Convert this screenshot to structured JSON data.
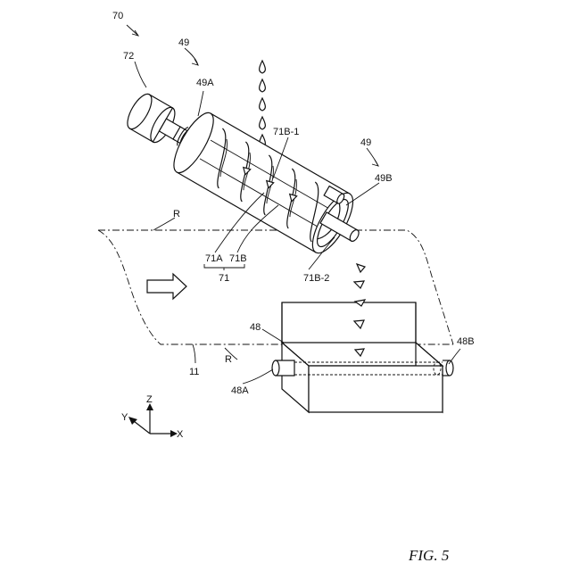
{
  "figure": {
    "caption": "FIG. 5",
    "labels": {
      "feeder": "70",
      "motor": "72",
      "shaft_assembly": "49",
      "shaft_end_a": "49A",
      "shaft_assembly_b": "49",
      "shaft_end_b": "49B",
      "screw_part_1": "71B-1",
      "screw_part_2": "71B-2",
      "screw_shaft": "71A",
      "screw_blade": "71B",
      "screw": "71",
      "region_top": "R",
      "region_bottom": "R",
      "sheet": "11",
      "container": "48",
      "container_end_a": "48A",
      "container_end_b": "48B"
    },
    "axes": {
      "z": "Z",
      "y": "Y",
      "x": "X"
    }
  }
}
